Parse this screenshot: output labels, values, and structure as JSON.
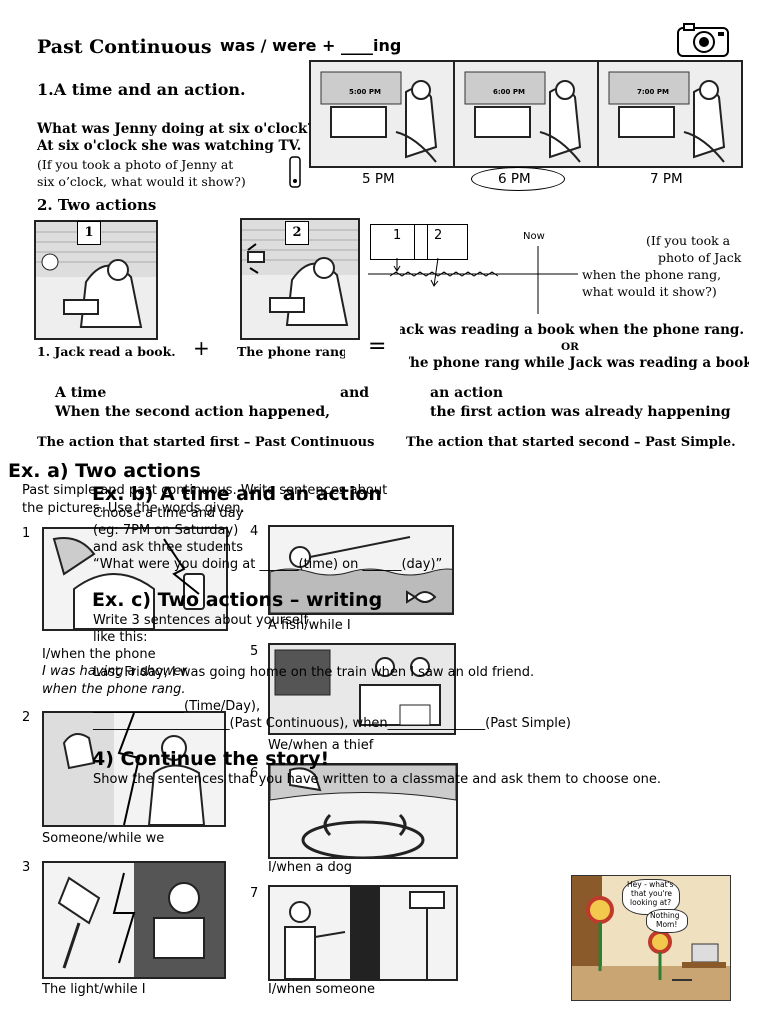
{
  "header": {
    "title": "Past Continuous",
    "formula": "was / were + ____ing"
  },
  "section1": {
    "heading": "1.A time and an action.",
    "question": "What was Jenny doing at six o'clock?",
    "answer": "At six o'clock she was watching TV.",
    "note_line1": "(If you took a photo of Jenny at",
    "note_line2": "six o’clock, what would it show?)",
    "clock_labels": [
      "5:00 PM",
      "6:00 PM",
      "7:00 PM"
    ],
    "captions": [
      "5 PM",
      "6 PM",
      "7 PM"
    ]
  },
  "section2": {
    "heading": "2. Two actions",
    "box1": "1",
    "box2": "2",
    "caption1": "1. Jack read a book.",
    "plus": "+",
    "caption2": "The phone rang",
    "equals": "=",
    "timeline_box1": "1",
    "timeline_box2": "2",
    "now_label": "Now",
    "note_line1": "(If you took a",
    "note_line2": "photo of Jack",
    "note_line3": "when the phone rang,",
    "note_line4": "what would it show?)",
    "result1": "Jack was reading a book when the phone rang.",
    "or": "OR",
    "result2": "The phone rang while Jack was reading a book.",
    "a_time": "A time",
    "and": "and",
    "an_action": "an action",
    "when_second": "When the second action happened,",
    "first_already": "the first action was already happening",
    "rule1": "The action that started first – Past Continuous",
    "rule2": "The action that started second – Past Simple."
  },
  "exa": {
    "heading": "Ex. a) Two actions",
    "instr1": "Past simple and past continuous. Write sentences about",
    "instr2": "the pictures. Use the words given.",
    "numbers": [
      "1",
      "2",
      "3",
      "4",
      "5",
      "6",
      "7"
    ],
    "captions": [
      "I/when the phone",
      "Someone/while we",
      "The light/while I",
      "A fish/while I",
      "We/when a thief",
      "I/when a dog",
      "I/when someone"
    ],
    "example1": "I was having a shower",
    "example2": "when the phone rang."
  },
  "exb": {
    "heading": "Ex. b) A time and an action",
    "line1": "Choose a time and day",
    "line2": "(eg: 7PM on Saturday)",
    "line3": "and ask three students",
    "line4": "“What were you doing at ______(time) on ______(day)”"
  },
  "exc": {
    "heading": "Ex. c) Two actions – writing",
    "line1": "Write 3 sentences about yourself",
    "line2": "like this:",
    "line3": "Last Friday, I was going home on the train when I saw an old friend.",
    "line4": "______________(Time/Day),",
    "line5": "_____________________(Past Continuous), when_______________(Past Simple)"
  },
  "ex4": {
    "heading": "4) Continue the story!",
    "line1": "Show the sentences that you have written to a classmate and ask them to choose one."
  },
  "cartoon": {
    "bubble1_line1": "Hey - what's",
    "bubble1_line2": "that you're",
    "bubble1_line3": "looking at?",
    "bubble2_line1": "Nothing",
    "bubble2_line2": "Mom!"
  }
}
